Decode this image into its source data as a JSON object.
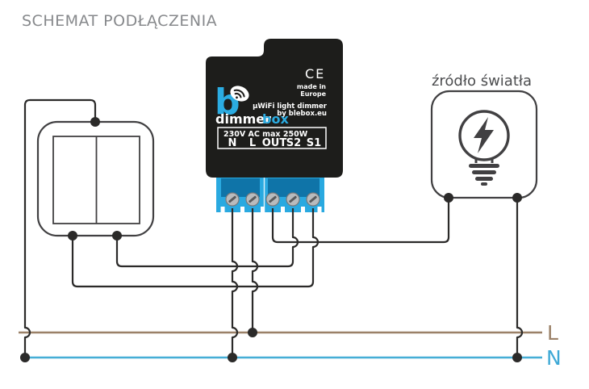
{
  "title": "SCHEMAT PODŁĄCZENIA",
  "device": {
    "logo_text_primary": "dimmer",
    "logo_text_accent": "box",
    "ce_mark": "CE",
    "made_in_line1": "made in",
    "made_in_line2": "Europe",
    "product_line1": "µWiFi light dimmer",
    "product_line2": "by blebox.eu",
    "rating": "230V AC max 250W",
    "terminals": [
      "N",
      "L",
      "OUT",
      "S2",
      "S1"
    ]
  },
  "light_source_label": "źródło światła",
  "power": {
    "live_label": "L",
    "neutral_label": "N"
  },
  "colors": {
    "brand_blue": "#2bace2",
    "terminal_block_blue": "#29a9e0",
    "terminal_recess_blue": "#0f74a8",
    "live_wire_brown": "#9b8168",
    "neutral_wire_blue": "#45aed6",
    "black_wire": "#2b2a29",
    "device_black": "#1d1d1b",
    "title_gray": "#87898c"
  },
  "icons": {
    "logo": "wifi-icon",
    "light_source": "bulb-lightning-icon",
    "terminals": "screw-icon"
  }
}
